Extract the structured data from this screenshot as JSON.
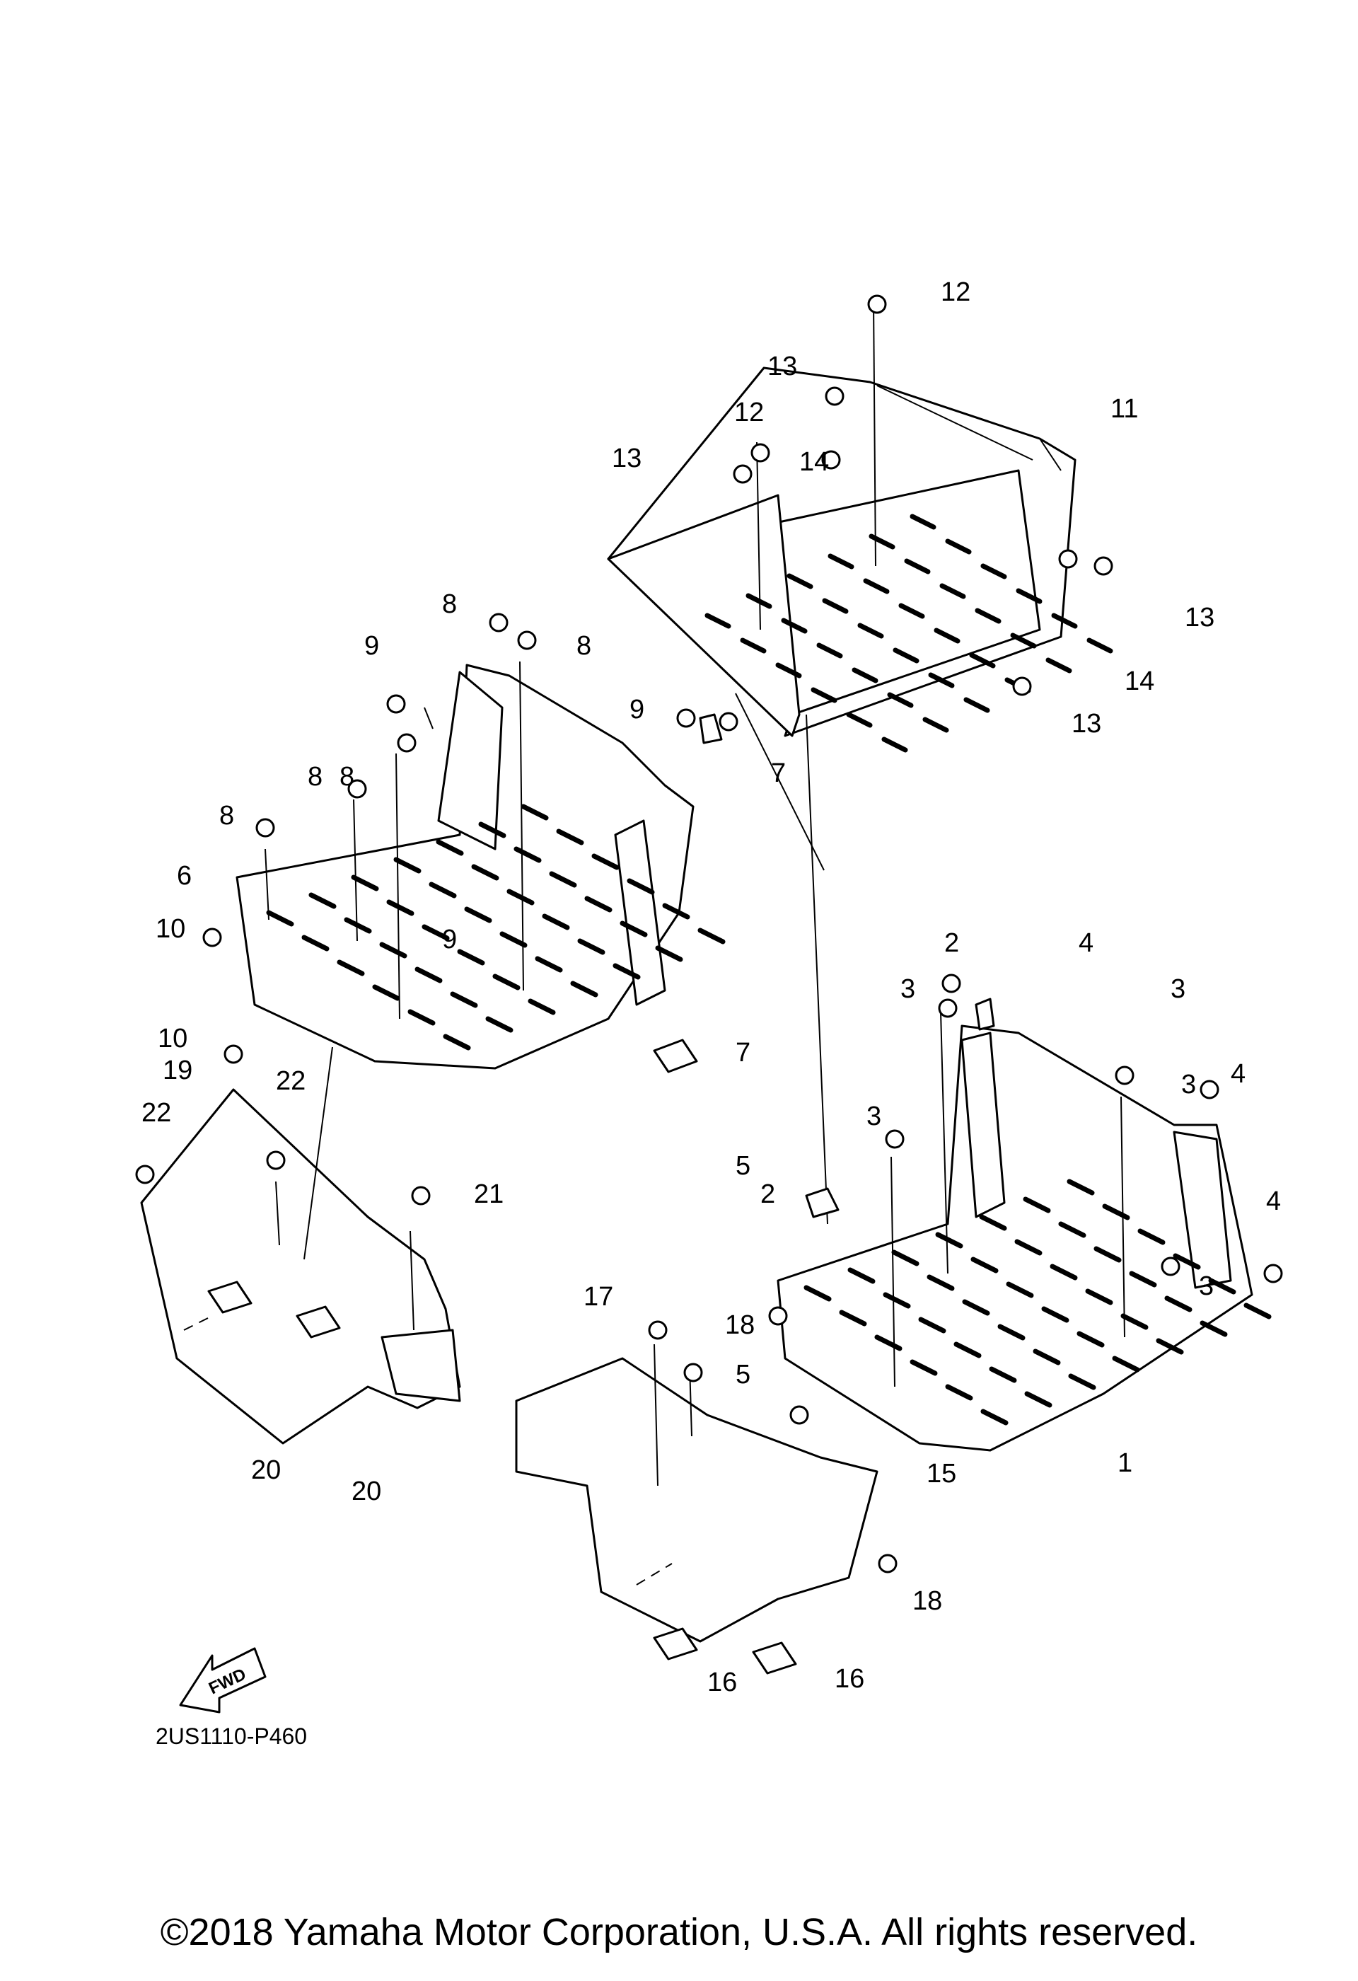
{
  "diagram": {
    "code": "2US1110-P460",
    "fwd_label": "FWD",
    "copyright": "©2018 Yamaha Motor Corporation, U.S.A. All rights reserved.",
    "callouts": [
      "1",
      "2",
      "2",
      "3",
      "3",
      "3",
      "3",
      "3",
      "4",
      "4",
      "4",
      "5",
      "5",
      "6",
      "7",
      "7",
      "8",
      "8",
      "8",
      "8",
      "8",
      "9",
      "9",
      "9",
      "10",
      "10",
      "11",
      "12",
      "12",
      "13",
      "13",
      "13",
      "13",
      "14",
      "14",
      "15",
      "16",
      "16",
      "17",
      "18",
      "18",
      "19",
      "20",
      "20",
      "21",
      "22",
      "22"
    ]
  }
}
